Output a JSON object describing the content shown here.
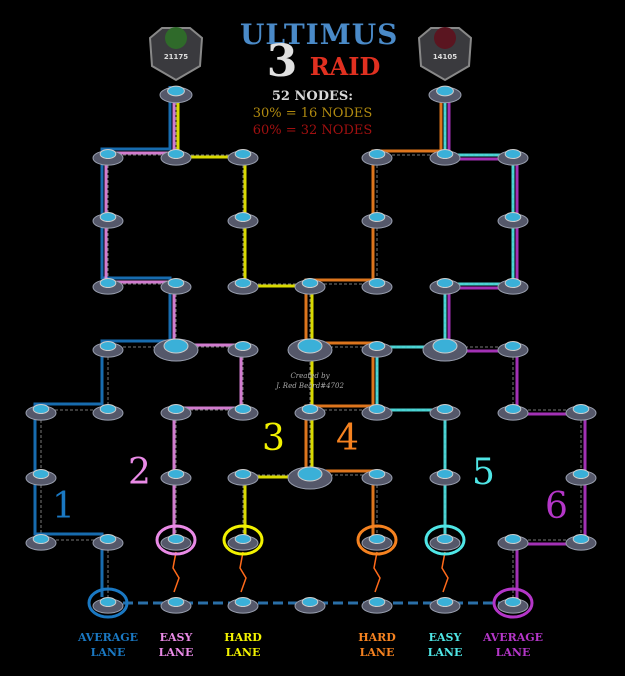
{
  "title": {
    "line1": "ULTIMUS",
    "number": "3",
    "line2": "RAID"
  },
  "stats": {
    "total": "52 NODES:",
    "thirty": "30% = 16 NODES",
    "sixty": "60% = 32 NODES"
  },
  "credit": {
    "line1": "Created by",
    "line2": "J. Red Beard#4702"
  },
  "bosses": [
    {
      "rating": "21175"
    },
    {
      "rating": "14105"
    }
  ],
  "lanes": [
    {
      "number": "1",
      "label1": "AVERAGE",
      "label2": "LANE",
      "color": "#1a78c2"
    },
    {
      "number": "2",
      "label1": "EASY",
      "label2": "LANE",
      "color": "#e98ae6"
    },
    {
      "number": "3",
      "label1": "HARD",
      "label2": "LANE",
      "color": "#f2f200"
    },
    {
      "number": "4",
      "label1": "HARD",
      "label2": "LANE",
      "color": "#f58220"
    },
    {
      "number": "5",
      "label1": "EASY",
      "label2": "LANE",
      "color": "#4fe6e6"
    },
    {
      "number": "6",
      "label1": "AVERAGE",
      "label2": "LANE",
      "color": "#b436c8"
    }
  ]
}
